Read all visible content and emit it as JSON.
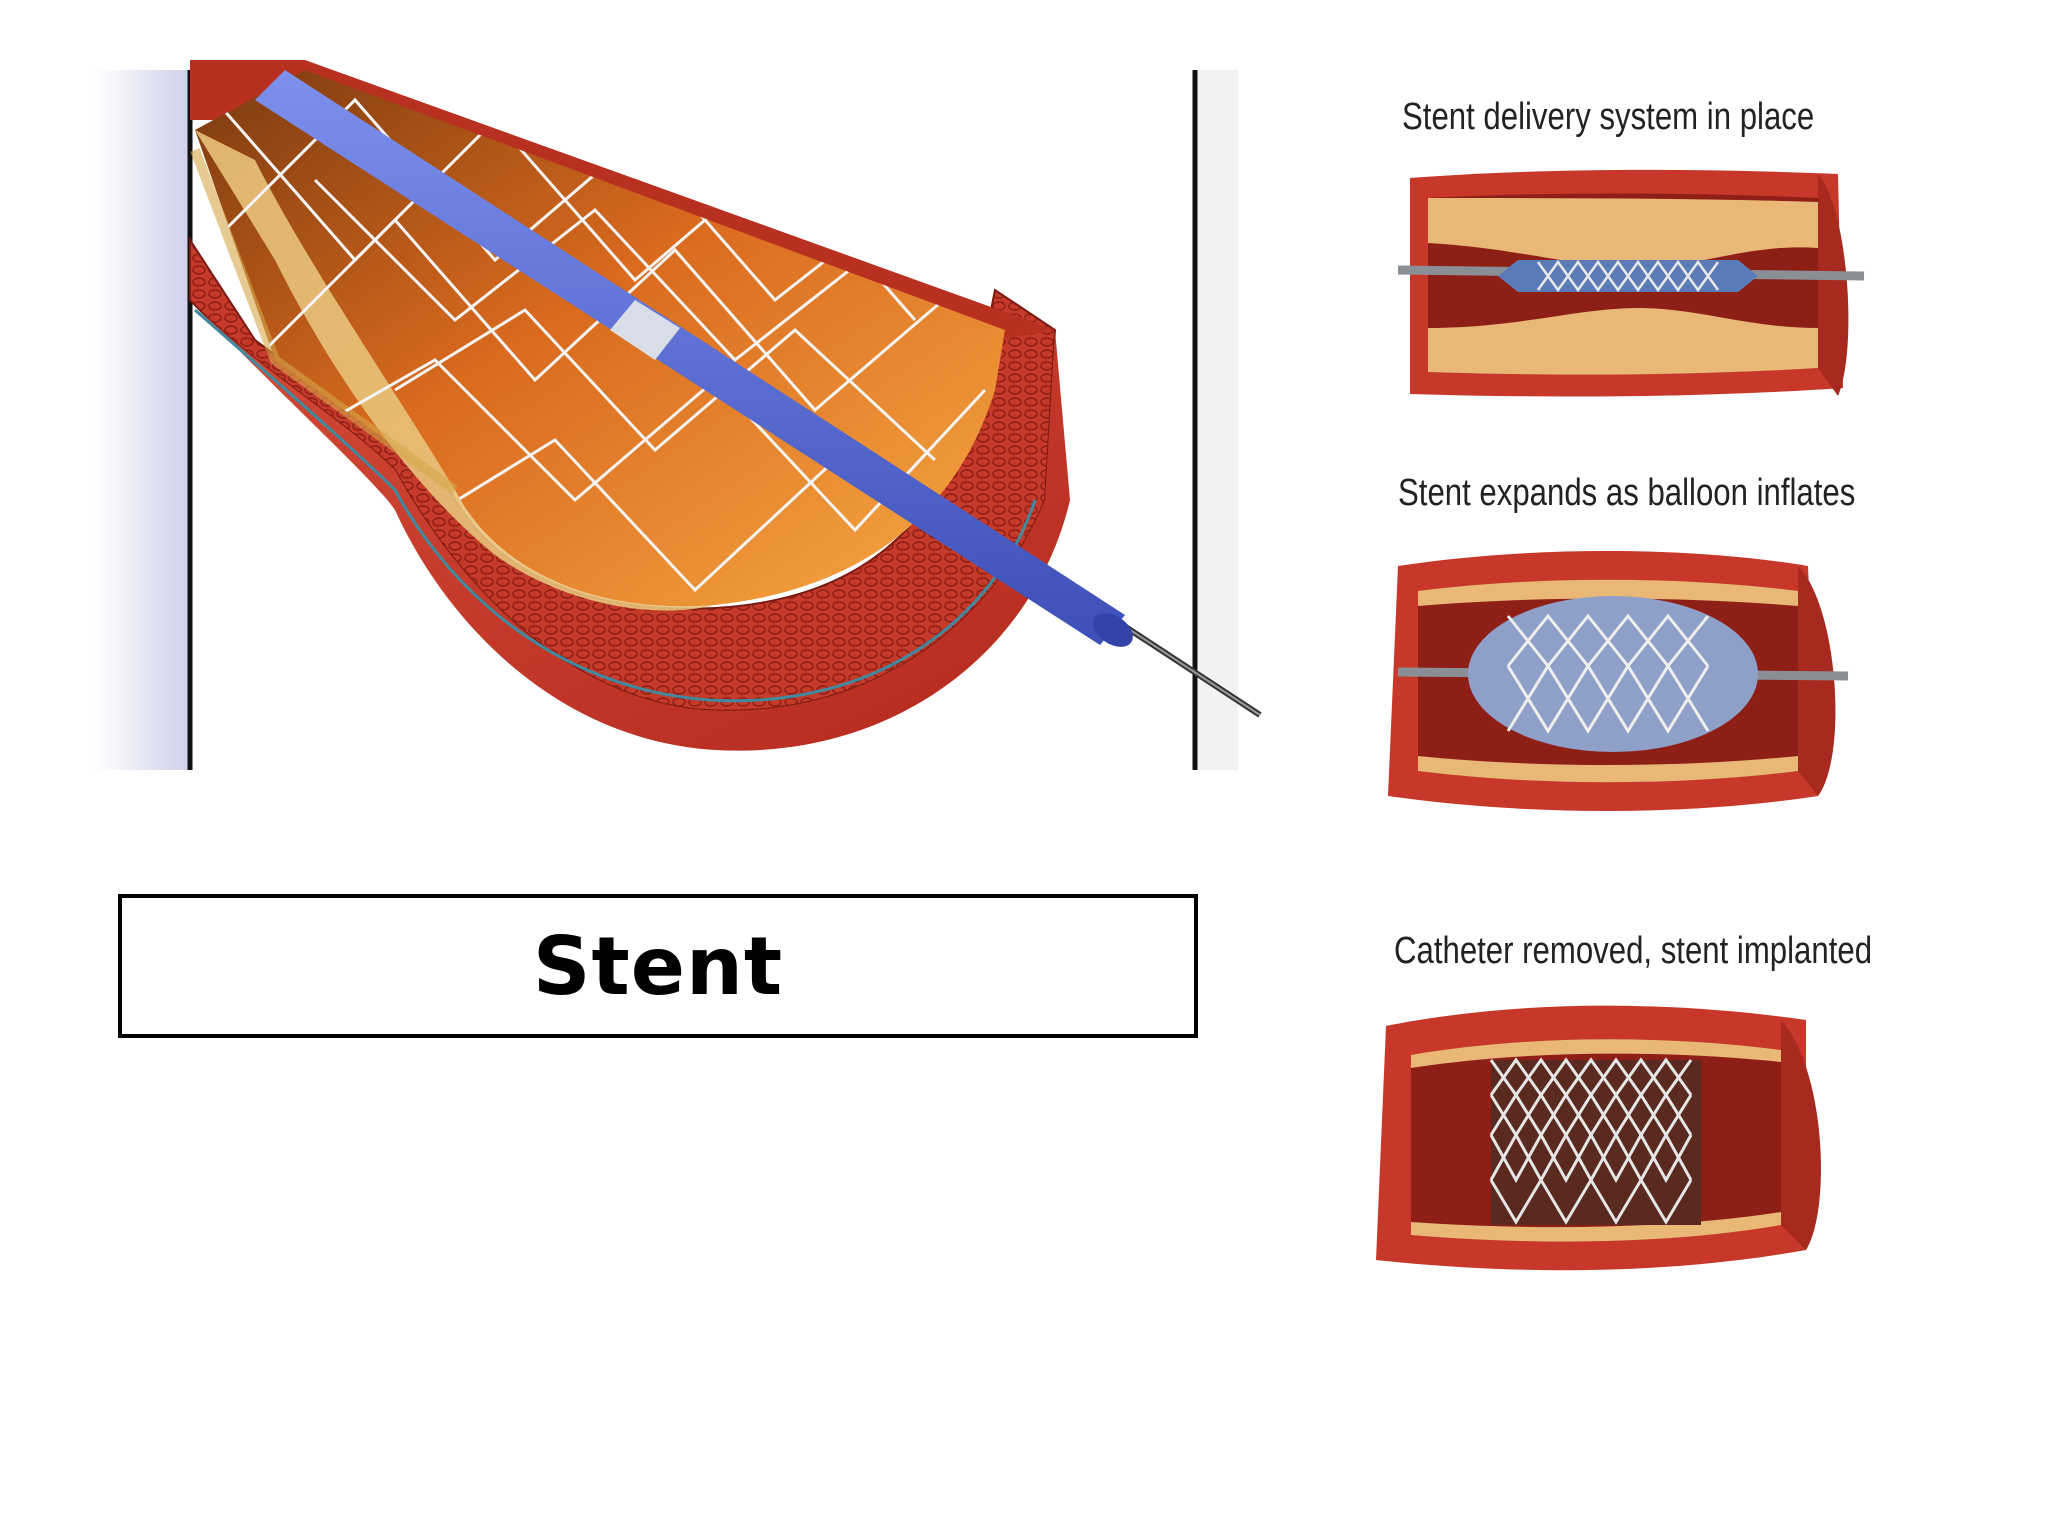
{
  "title": "Stent",
  "steps": [
    {
      "caption": "Stent delivery system in place"
    },
    {
      "caption": "Stent expands as balloon inflates"
    },
    {
      "caption": "Catheter removed, stent implanted"
    }
  ],
  "colors": {
    "artery_wall": "#c8382a",
    "artery_dark": "#8e1f17",
    "plaque": "#e9b877",
    "lumen": "#e98a3a",
    "catheter": "#5a6fd6",
    "stent_wire": "#f2f2f2",
    "balloon": "#8e9fc8"
  }
}
